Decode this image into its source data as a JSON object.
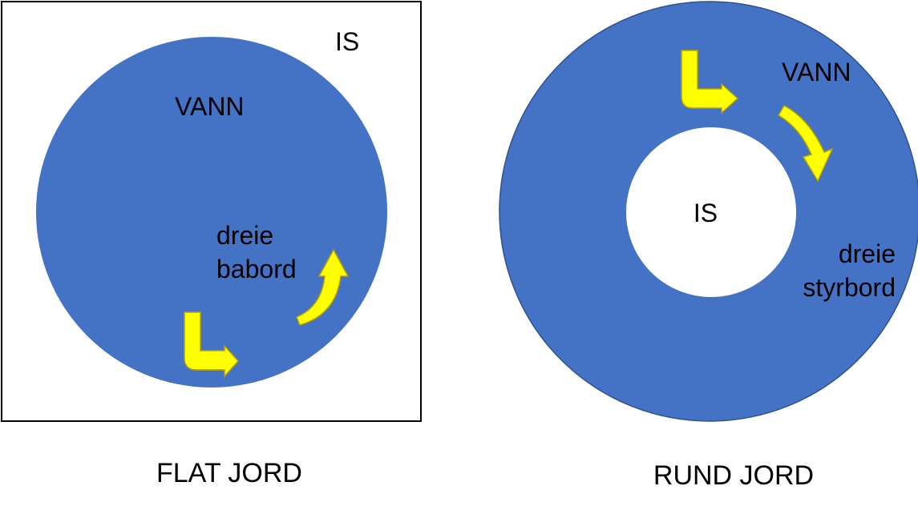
{
  "colors": {
    "water": "#4472C4",
    "water_edge": "#2F528F",
    "ice": "#FFFFFF",
    "arrow_fill": "#FFFF00",
    "arrow_stroke": "#B5A100",
    "frame": "#000000",
    "text": "#000000"
  },
  "flat_earth": {
    "ice_label": "IS",
    "water_label": "VANN",
    "turn_line1": "dreie",
    "turn_line2": "babord",
    "caption": "FLAT JORD"
  },
  "round_earth": {
    "ice_label": "IS",
    "water_label": "VANN",
    "turn_line1": "dreie",
    "turn_line2": "styrbord",
    "caption": "RUND JORD"
  },
  "icons": [
    "bent-arrow-icon",
    "curved-arrow-icon"
  ]
}
